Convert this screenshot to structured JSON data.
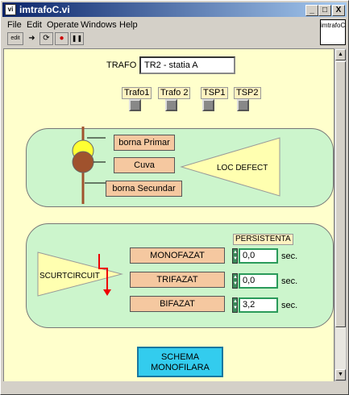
{
  "window": {
    "title": "imtrafoC.vi",
    "app_icon": "vi"
  },
  "title_buttons": {
    "minimize": "_",
    "maximize": "□",
    "close": "X"
  },
  "menu": [
    "File",
    "Edit",
    "Operate",
    "Windows",
    "Help"
  ],
  "toolbar": {
    "edit_label": "edit",
    "run": "➜",
    "run_cont": "⟳",
    "stop": "●",
    "pause": "❚❚"
  },
  "vi_icon_text": "imtrafoC",
  "trafo": {
    "label": "TRAFO",
    "value": "TR2 - statia A"
  },
  "indicators": [
    {
      "label": "Trafo1"
    },
    {
      "label": "Trafo 2"
    },
    {
      "label": "TSP1"
    },
    {
      "label": "TSP2"
    }
  ],
  "defect_section": {
    "buttons": [
      "borna Primar",
      "Cuva",
      "borna Secundar"
    ],
    "loc_label": "LOC  DEFECT"
  },
  "short_circuit": {
    "label": "SCURTCIRCUIT",
    "persistence_label": "PERSISTENTA",
    "unit": "sec.",
    "rows": [
      {
        "button": "MONOFAZAT",
        "value": "0,0"
      },
      {
        "button": "TRIFAZAT",
        "value": "0,0"
      },
      {
        "button": "BIFAZAT",
        "value": "3,2"
      }
    ]
  },
  "schema_button": "SCHEMA\nMONOFILARA",
  "colors": {
    "panel_bg": "#ffffcc",
    "group_bg": "#ccf5cc",
    "button_bg": "#f5c8a0",
    "schema_bg": "#33ccee",
    "title_bar": "#0a246a"
  }
}
